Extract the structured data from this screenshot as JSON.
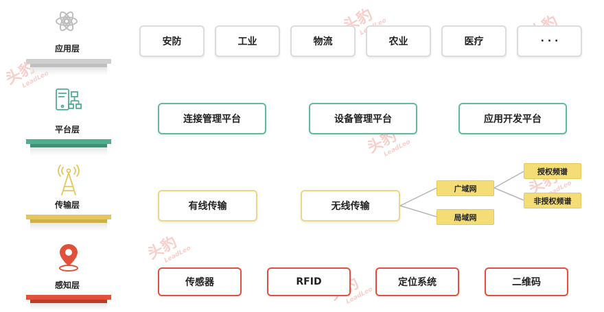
{
  "layers": {
    "application": {
      "label": "应用层",
      "icon": "gear-atom-icon",
      "color": "#c8c8c8"
    },
    "platform": {
      "label": "平台层",
      "icon": "platform-network-icon",
      "color": "#4fae8f"
    },
    "transport": {
      "label": "传输层",
      "icon": "antenna-tower-icon",
      "color": "#e4c75a"
    },
    "perception": {
      "label": "感知层",
      "icon": "location-pin-icon",
      "color": "#e0503a"
    }
  },
  "application_items": [
    "安防",
    "工业",
    "物流",
    "农业",
    "医疗",
    "· · ·"
  ],
  "platform_items": [
    "连接管理平台",
    "设备管理平台",
    "应用开发平台"
  ],
  "transport": {
    "wired": "有线传输",
    "wireless": "无线传输",
    "wan": "广域网",
    "lan": "局域网",
    "licensed": "授权频谱",
    "unlicensed": "非授权频谱"
  },
  "perception_items": [
    "传感器",
    "RFID",
    "定位系统",
    "二维码"
  ],
  "watermark": {
    "cn": "头豹",
    "en": "LeadLeo"
  }
}
